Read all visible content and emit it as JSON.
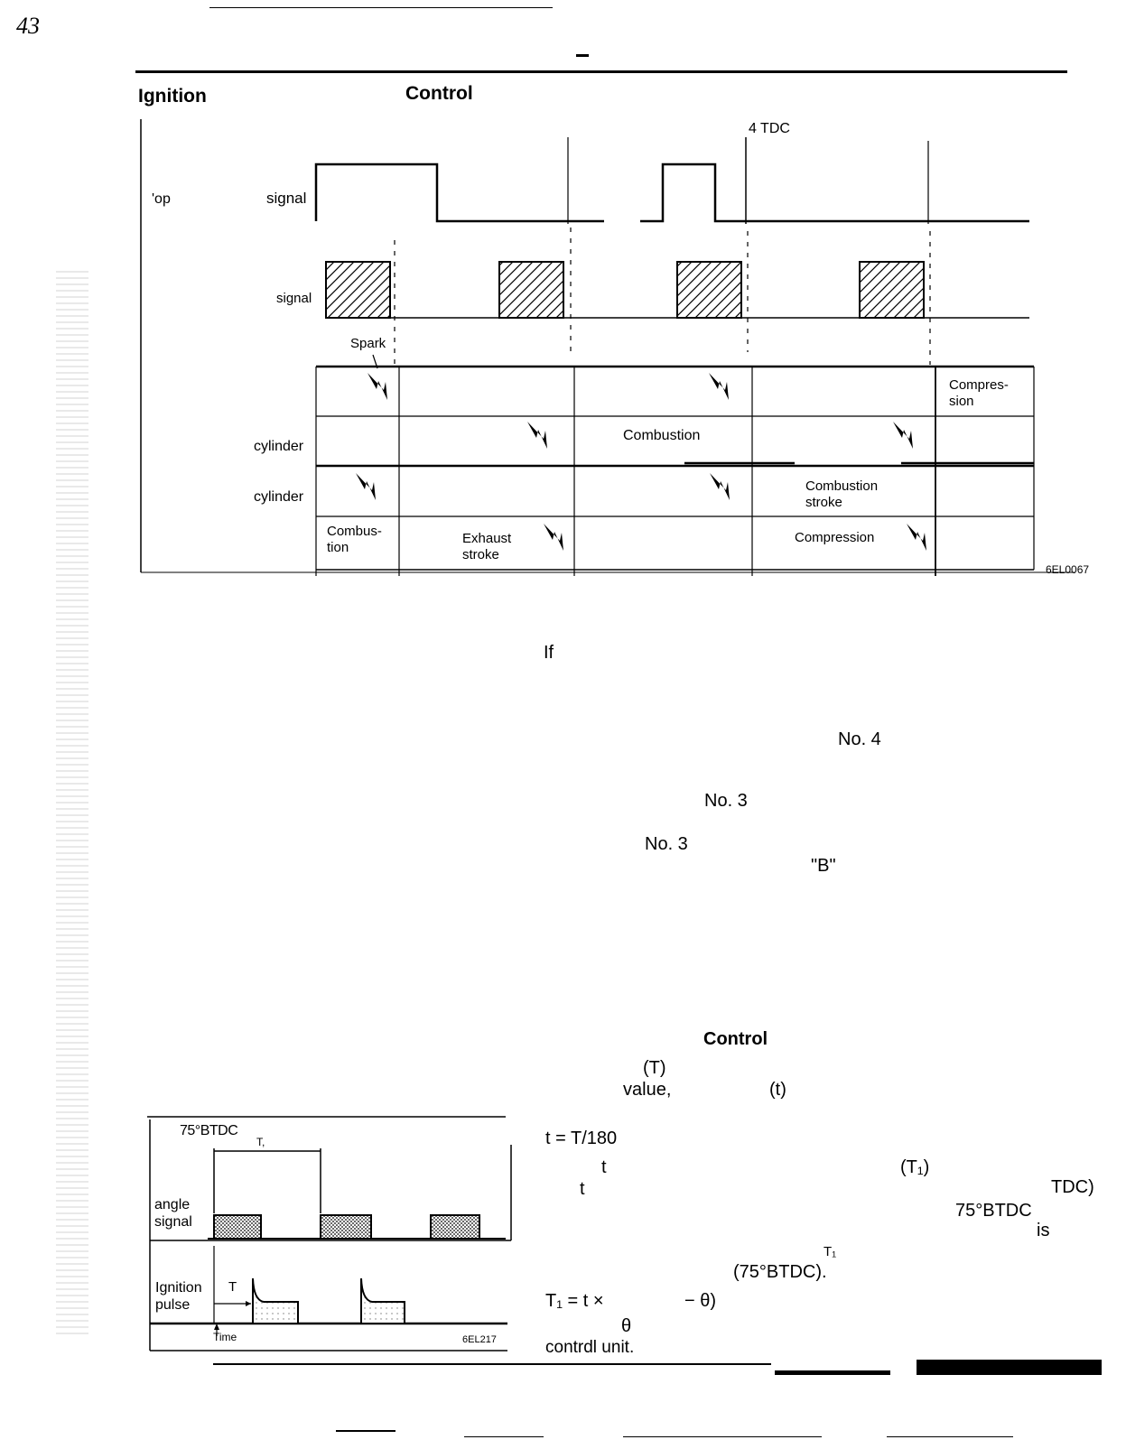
{
  "page": {
    "page_number": "43",
    "section_left": "Ignition",
    "section_right": "Control",
    "diagram_code": "6EL0067"
  },
  "main_diagram": {
    "tdc_label": "4 TDC",
    "row_labels": [
      "'op",
      "signal",
      "signal",
      "cylinder",
      "cylinder"
    ],
    "spark_label": "Spark",
    "cells": {
      "compression_top": "Compres-\nsion",
      "combustion_row2": "Combustion",
      "combustion_stroke": "Combustion\nstroke",
      "combustion_row4": "Combus-\ntion",
      "exhaust_stroke": "Exhaust\nstroke",
      "compression_row4": "Compression"
    }
  },
  "body_text": {
    "frag_if": "If",
    "frag_no4": "No. 4",
    "frag_no3_a": "No. 3",
    "frag_no3_b": "No. 3",
    "frag_b": "\"B\"",
    "heading_control": "Control",
    "frag_t_paren": "(T)",
    "frag_value": "value,",
    "frag_t_small": "(t)",
    "formula_1": "t = T/180",
    "frag_t_a": "t",
    "frag_t_b": "t",
    "frag_t1": "(T₁)",
    "frag_tdc": "TDC)",
    "frag_75btdc": "75°BTDC",
    "frag_is": "is",
    "frag_t1_sup": "T₁",
    "frag_75btdc_paren": "(75°BTDC).",
    "formula_2_left": "T₁ = t ×",
    "formula_2_right": "− θ)",
    "frag_theta": "θ",
    "frag_control_unit": "contrdl unit."
  },
  "timing_diagram": {
    "label_75btdc": "75°BTDC",
    "label_t1": "T,",
    "label_angle": "angle",
    "label_signal": "signal",
    "label_ignition": "Ignition",
    "label_pulse": "pulse",
    "label_t": "T",
    "label_time": "Time",
    "code": "6EL217"
  }
}
